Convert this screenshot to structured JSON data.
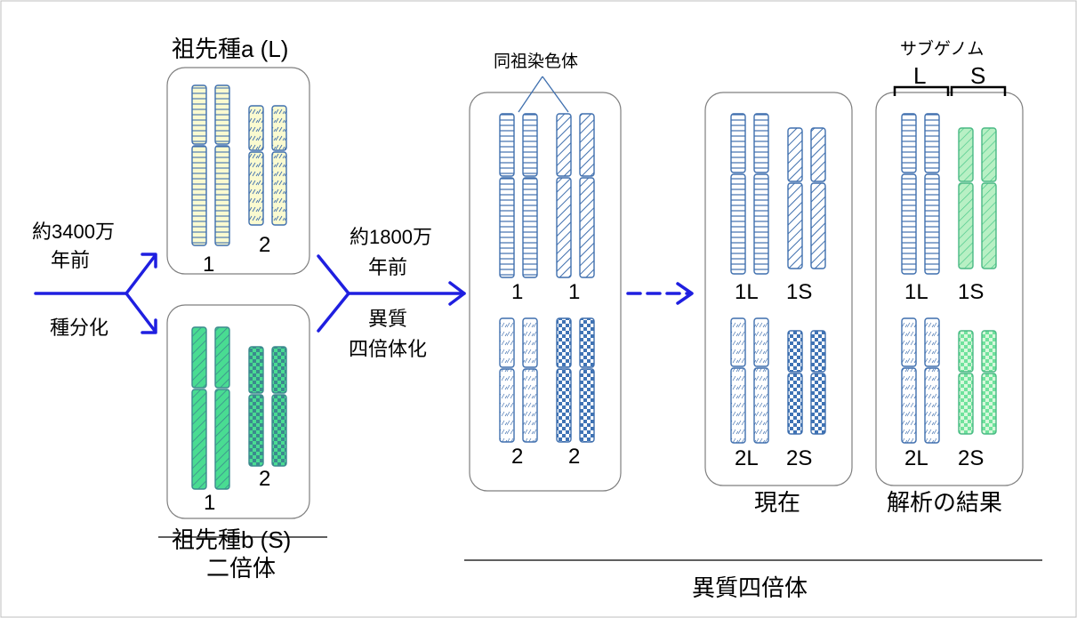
{
  "colors": {
    "arrow": "#1f1fe0",
    "stroke_blue": "#3f6fae",
    "stroke_teal": "#3c8a8e",
    "fill_yellow": "#fafad0",
    "fill_green": "#49dc92",
    "fill_lightgreen": "#b8f0c4",
    "fill_white": "#ffffff",
    "fill_blue": "#3f73b5",
    "box_border": "#7f7f7f"
  },
  "labels": {
    "ancestor_a": "祖先種a (L)",
    "ancestor_b": "祖先種b (S)",
    "time1_line1": "約3400万",
    "time1_line2": "年前",
    "speciation": "種分化",
    "time2_line1": "約1800万",
    "time2_line2": "年前",
    "allo_line1": "異質",
    "allo_line2": "四倍体化",
    "homologous": "同祖染色体",
    "subgenome": "サブゲノム",
    "sub_L": "L",
    "sub_S": "S",
    "present": "現在",
    "analysis": "解析の結果",
    "diploid": "二倍体",
    "allotetraploid": "異質四倍体"
  },
  "chromosome_labels": {
    "a1": "1",
    "a2": "2",
    "b1": "1",
    "b2": "2",
    "t1a": "1",
    "t1b": "1",
    "t2a": "2",
    "t2b": "2",
    "p1L": "1L",
    "p1S": "1S",
    "p2L": "2L",
    "p2S": "2S",
    "r1L": "1L",
    "r1S": "1S",
    "r2L": "2L",
    "r2S": "2S"
  },
  "icons": [
    "branch-arrow-icon",
    "dashed-arrow-icon",
    "bracket-icon"
  ]
}
